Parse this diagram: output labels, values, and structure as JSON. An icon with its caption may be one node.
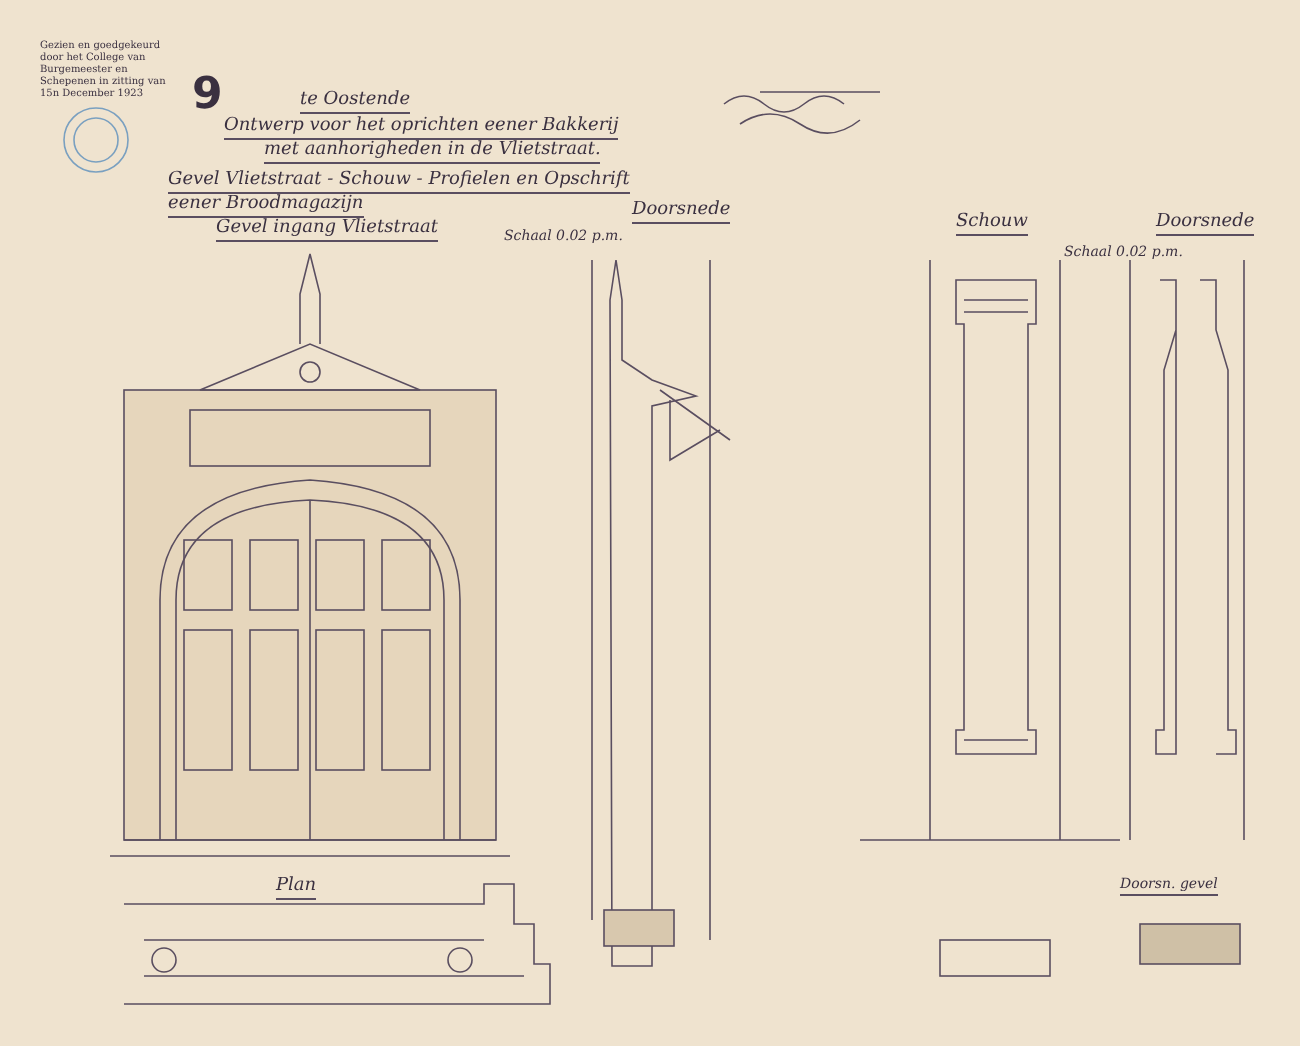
{
  "diagram": {
    "labels": [
      "Gezien en goedgekeurd door het College van Burgemeester en Schepenen in zitting van 15n December 1923",
      "9",
      "te Oostende",
      "Ontwerp voor het oprichten eener Bakkerij",
      "met aanhorigheden in de Vlietstraat.",
      "Gevel Vlietstraat - Schouw - Profielen en Opschrift",
      "eener Broodmagazijn",
      "Gevel ingang Vlietstraat",
      "Doorsnede",
      "Schaal 0.02 p.m.",
      "Schouw",
      "Doorsnede",
      "Schaal 0.02 p.m.",
      "Plan",
      "Doorsn. gevel"
    ]
  }
}
